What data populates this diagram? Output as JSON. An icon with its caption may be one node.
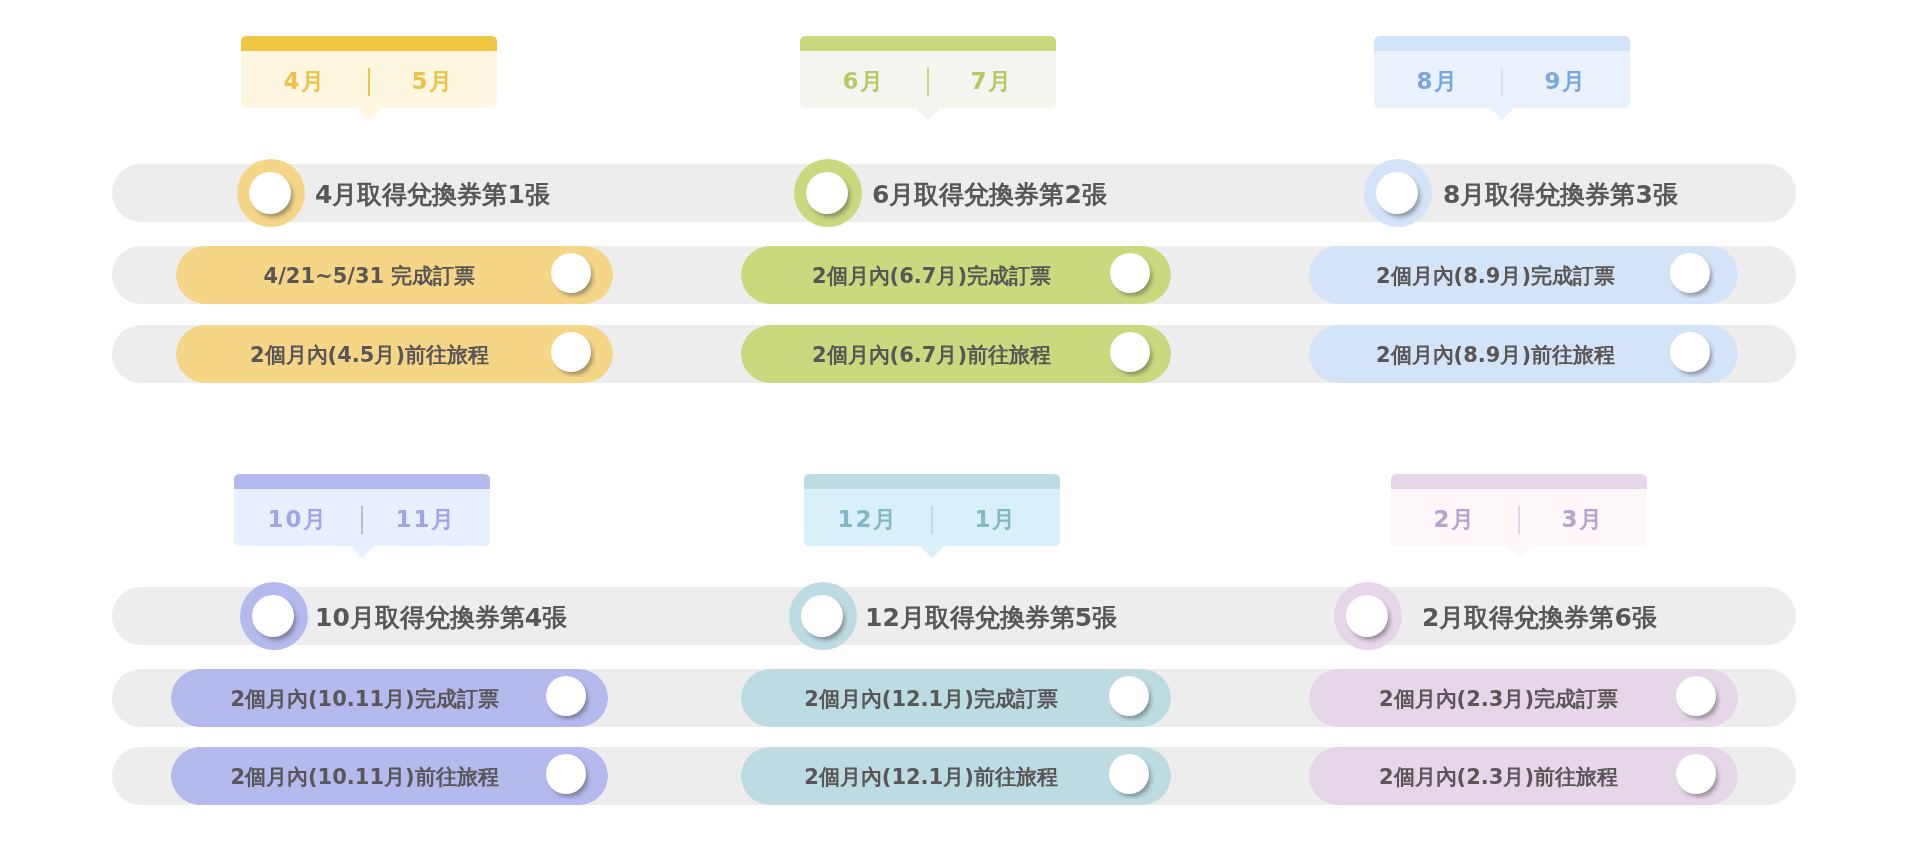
{
  "diagram": {
    "nodes": [
      {
        "text": [
          "4月",
          "5月"
        ]
      },
      {
        "text": [
          "4月取得兌換券第1張"
        ]
      },
      {
        "text": [
          "4/21~5/31 完成訂票"
        ]
      },
      {
        "text": [
          "2個月內(4.5月)前往旅程"
        ]
      },
      {
        "text": [
          "6月",
          "7月"
        ]
      },
      {
        "text": [
          "6月取得兌換券第2張"
        ]
      },
      {
        "text": [
          "2個月內(6.7月)完成訂票"
        ]
      },
      {
        "text": [
          "2個月內(6.7月)前往旅程"
        ]
      },
      {
        "text": [
          "8月",
          "9月"
        ]
      },
      {
        "text": [
          "8月取得兌換券第3張"
        ]
      },
      {
        "text": [
          "2個月內(8.9月)完成訂票"
        ]
      },
      {
        "text": [
          "2個月內(8.9月)前往旅程"
        ]
      },
      {
        "text": [
          "10月",
          "11月"
        ]
      },
      {
        "text": [
          "10月取得兌換券第4張"
        ]
      },
      {
        "text": [
          "2個月內(10.11月)完成訂票"
        ]
      },
      {
        "text": [
          "2個月內(10.11月)前往旅程"
        ]
      },
      {
        "text": [
          "12月",
          "1月"
        ]
      },
      {
        "text": [
          "12月取得兌換券第5張"
        ]
      },
      {
        "text": [
          "2個月內(12.1月)完成訂票"
        ]
      },
      {
        "text": [
          "2個月內(12.1月)前往旅程"
        ]
      },
      {
        "text": [
          "2月",
          "3月"
        ]
      },
      {
        "text": [
          "2月取得兌換券第6張"
        ]
      },
      {
        "text": [
          "2個月內(2.3月)完成訂票"
        ]
      },
      {
        "text": [
          "2個月內(2.3月)前往旅程"
        ]
      }
    ]
  }
}
